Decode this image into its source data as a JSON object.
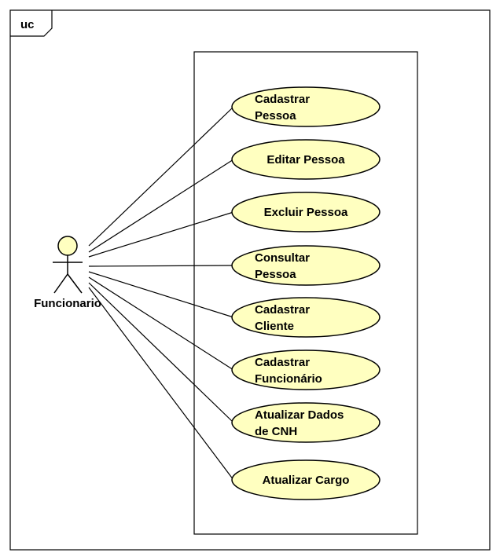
{
  "frame": {
    "label": "uc"
  },
  "actor": {
    "name": "Funcionario"
  },
  "colors": {
    "usecase_fill": "#ffffc0",
    "stroke": "#000000",
    "actor_fill": "#ffffc0",
    "background": "#ffffff"
  },
  "use_cases": [
    {
      "id": "cadastrar-pessoa",
      "lines": [
        "Cadastrar",
        "Pessoa"
      ]
    },
    {
      "id": "editar-pessoa",
      "lines": [
        "Editar Pessoa"
      ]
    },
    {
      "id": "excluir-pessoa",
      "lines": [
        "Excluir Pessoa"
      ]
    },
    {
      "id": "consultar-pessoa",
      "lines": [
        "Consultar",
        "Pessoa"
      ]
    },
    {
      "id": "cadastrar-cliente",
      "lines": [
        "Cadastrar",
        "Cliente"
      ]
    },
    {
      "id": "cadastrar-funcionario",
      "lines": [
        "Cadastrar",
        "Funcionário"
      ]
    },
    {
      "id": "atualizar-dados-cnh",
      "lines": [
        "Atualizar Dados",
        "de CNH"
      ]
    },
    {
      "id": "atualizar-cargo",
      "lines": [
        "Atualizar Cargo"
      ]
    }
  ]
}
